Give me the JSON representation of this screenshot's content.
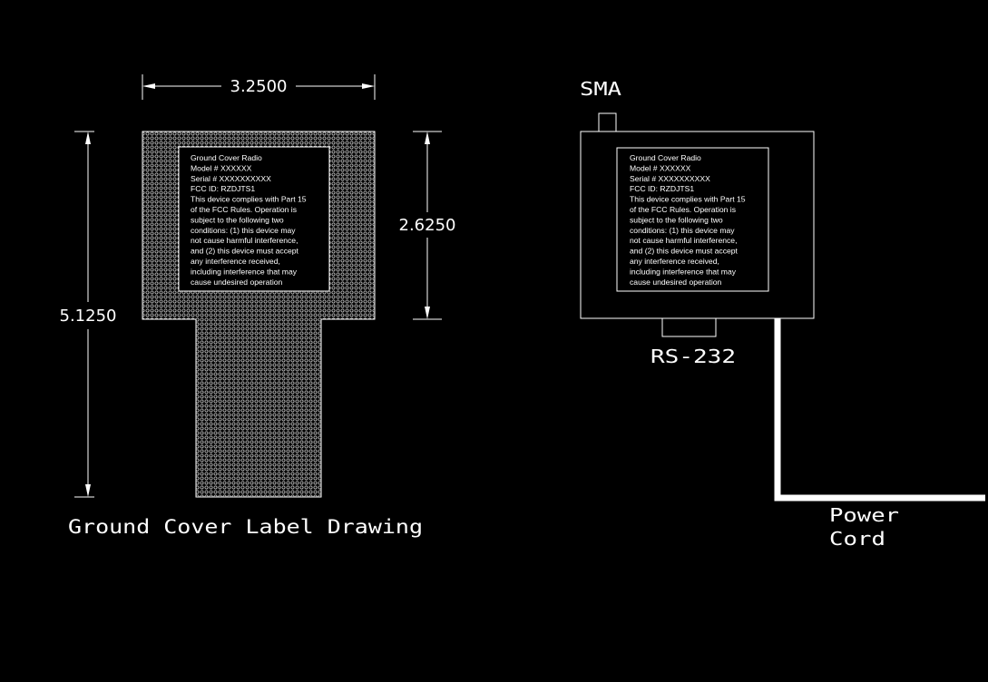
{
  "label_drawing": {
    "title": "Ground Cover Label Drawing",
    "dim_width": "3.2500",
    "dim_total_height": "5.1250",
    "dim_top_height": "2.6250"
  },
  "label_text": [
    "Ground Cover Radio",
    "Model # XXXXXX",
    "Serial # XXXXXXXXXX",
    "FCC ID: RZDJTS1",
    "This device complies with Part 15",
    "of the FCC Rules. Operation is",
    "subject to the following two",
    "conditions: (1) this device may",
    "not cause harmful interference,",
    "and (2) this device must accept",
    "any interference received,",
    "including interference that may",
    "cause undesired operation"
  ],
  "device_drawing": {
    "antenna_label": "SMA",
    "serial_port_label": "RS-232",
    "power_label_line1": "Power",
    "power_label_line2": "Cord"
  },
  "colors": {
    "background": "#000000",
    "lines": "#ffffff"
  }
}
